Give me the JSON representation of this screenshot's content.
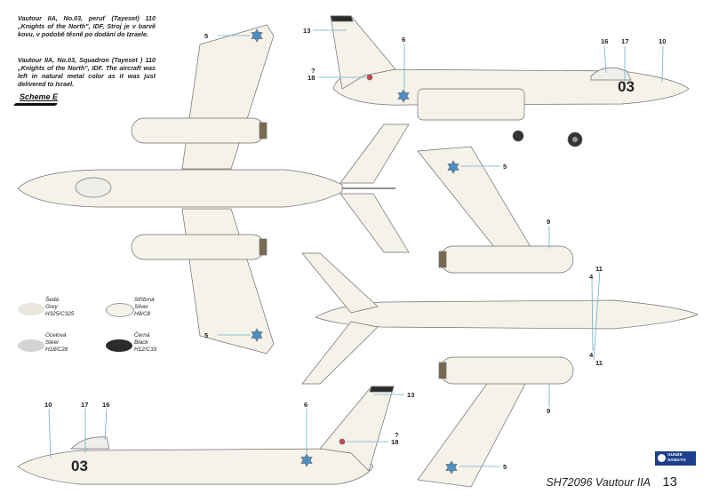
{
  "descriptions": {
    "czech": "Vautour IIA, No.03, peruť (Tayeset) 110 „Knights of the North\", IDF, Stroj je v barvě kovu, v podobě těsně po dodání do Izraele.",
    "english": "Vautour IIA, No.03, Squadron (Tayeset ) 110 „Knights of the North\", IDF. The aircraft was left in natural metal color as it was just delivered to Israel."
  },
  "scheme": "Scheme E",
  "colors": {
    "paint_silver": "#f5f2ea",
    "outline": "#6e6e6e",
    "roundel_blue": "#4a8fc6",
    "callout_line": "#6ab0c8",
    "black": "#2b2b2b"
  },
  "paint_legend": [
    {
      "cz": "Šedá",
      "en": "Grey",
      "code": "H325/C325",
      "color": "#e8e6de"
    },
    {
      "cz": "Stříbrná",
      "en": "Silver",
      "code": "H8/C8",
      "color": "#f5f2ea"
    },
    {
      "cz": "Ocelová",
      "en": "Steel",
      "code": "H18/C28",
      "color": "#d4d4d4"
    },
    {
      "cz": "Černá",
      "en": "Black",
      "code": "H12/C33",
      "color": "#2b2b2b"
    }
  ],
  "aircraft_number": "03",
  "callouts": {
    "top_side": [
      "13",
      "6",
      "?",
      "18",
      "16",
      "17",
      "10"
    ],
    "top_wing_upper": "5",
    "top_wing_lower": "5",
    "bottom_view": [
      "5",
      "9",
      "4",
      "11",
      "4",
      "11",
      "9",
      "5"
    ],
    "bottom_side": [
      "10",
      "17",
      "16",
      "6",
      "13",
      "?",
      "18"
    ]
  },
  "logo": {
    "line1": "GUNZE",
    "line2": "SANGYO"
  },
  "footer": {
    "title": "SH72096 Vautour IIA",
    "page": "13"
  }
}
